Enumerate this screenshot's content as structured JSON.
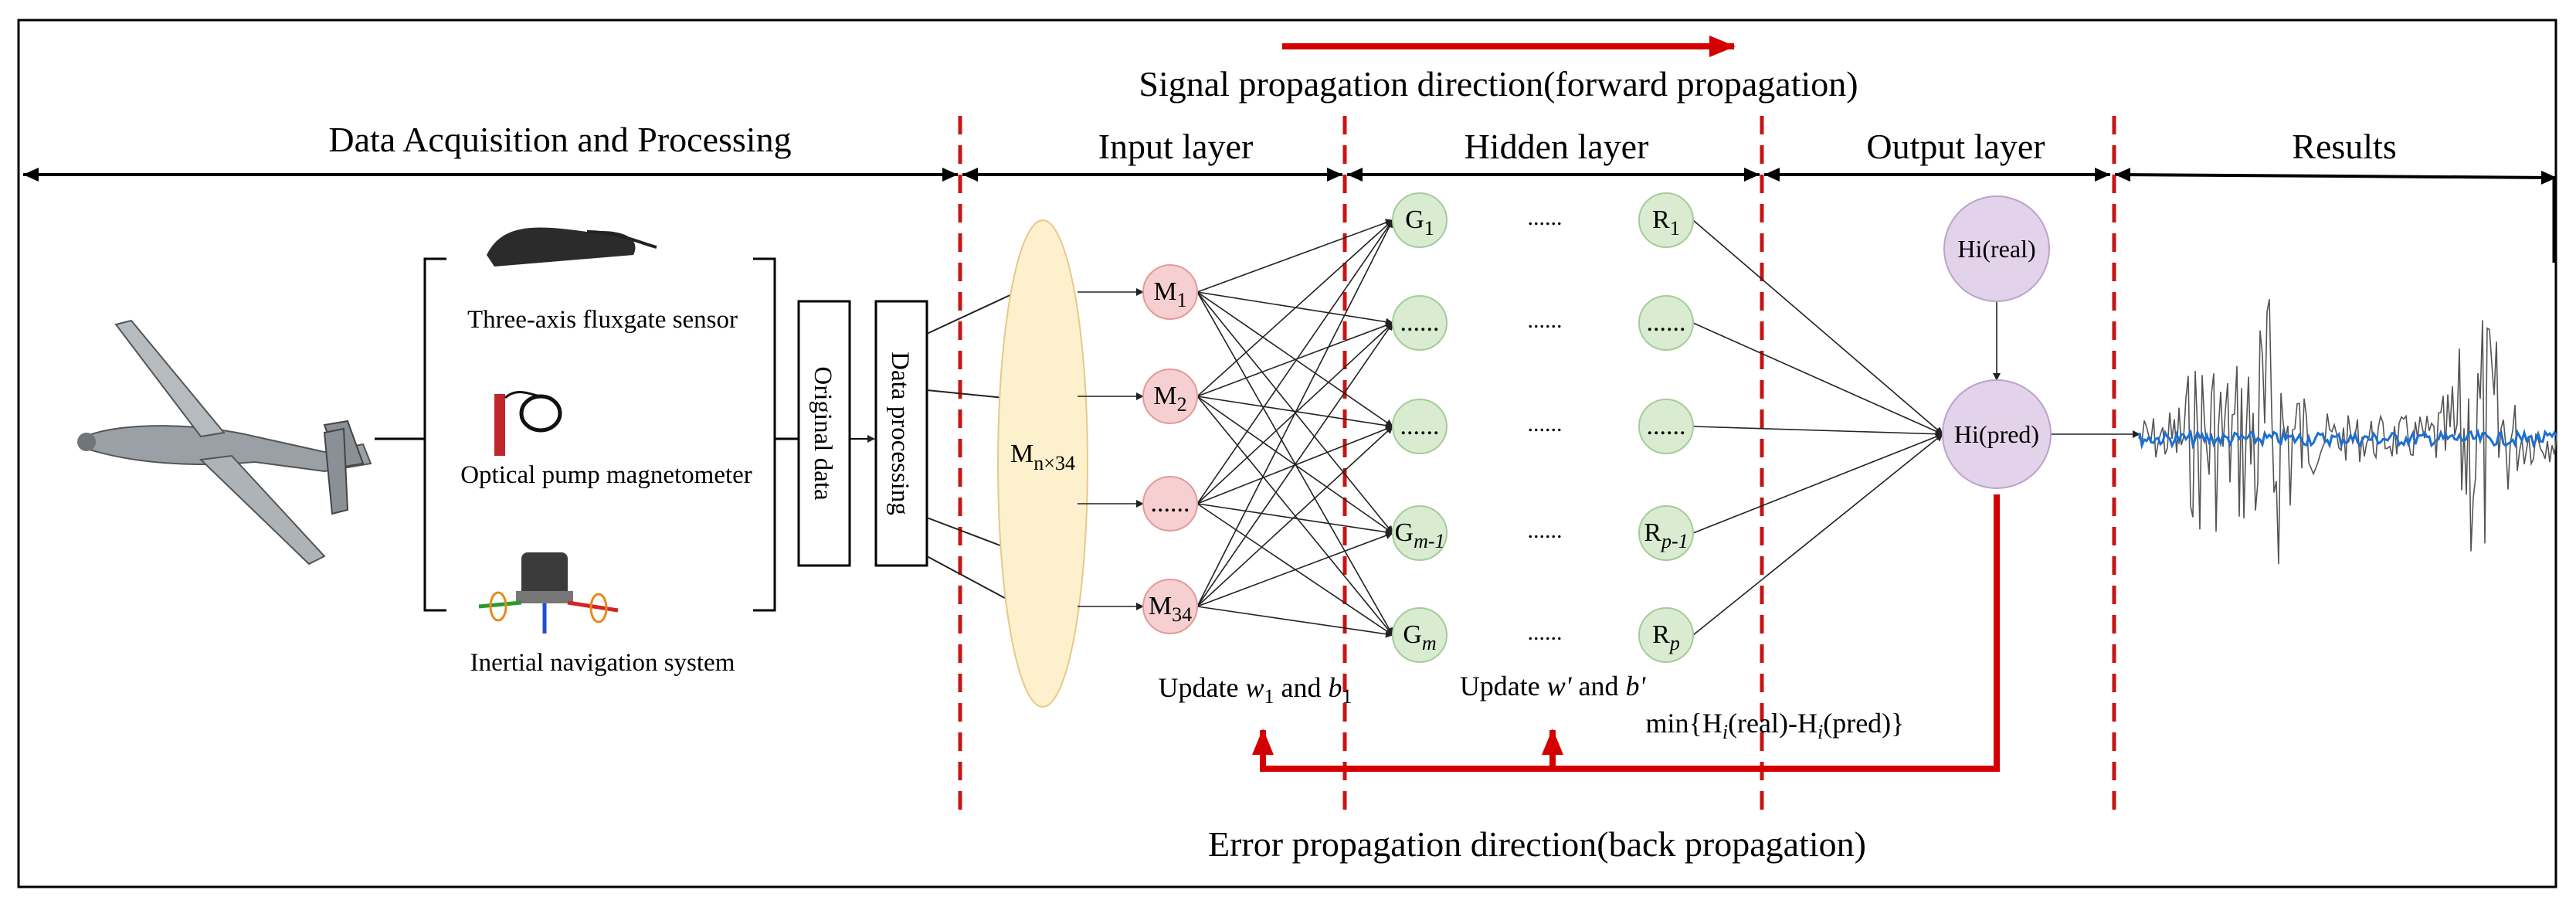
{
  "signal_title": "Signal propagation direction(forward propagation)",
  "error_title": "Error propagation direction(back propagation)",
  "sections": {
    "acquisition": "Data Acquisition and Processing",
    "input": "Input layer",
    "hidden": "Hidden layer",
    "output": "Output layer",
    "results": "Results"
  },
  "sensors": {
    "fluxgate": "Three-axis fluxgate sensor",
    "optical": "Optical pump magnetometer",
    "ins": "Inertial navigation system"
  },
  "boxes": {
    "original": "Original data",
    "processing": "Data processing"
  },
  "input_block": {
    "base": "M",
    "sub": "n×34"
  },
  "input_nodes": [
    {
      "base": "M",
      "sub": "1"
    },
    {
      "base": "M",
      "sub": "2"
    },
    {
      "base": "......",
      "sub": ""
    },
    {
      "base": "M",
      "sub": "34"
    }
  ],
  "hidden_first": [
    {
      "base": "G",
      "sub": "1"
    },
    {
      "base": "......",
      "sub": ""
    },
    {
      "base": "......",
      "sub": ""
    },
    {
      "base": "G",
      "sub": "m-1"
    },
    {
      "base": "G",
      "sub": "m"
    }
  ],
  "hidden_last": [
    {
      "base": "R",
      "sub": "1"
    },
    {
      "base": "......",
      "sub": ""
    },
    {
      "base": "......",
      "sub": ""
    },
    {
      "base": "R",
      "sub": "p-1"
    },
    {
      "base": "R",
      "sub": "p"
    }
  ],
  "hidden_gap": "......",
  "output_real": "Hi(real)",
  "output_pred": "Hi(pred)",
  "update1": "Update w1 and b1",
  "update2": "Update w' and b'",
  "min_expr": "min{Hi(real)-Hi(pred)}",
  "colors": {
    "red_arrow": "#d40000",
    "input_node_fill": "#f6d0d0",
    "input_node_stroke": "#e29a9a",
    "hidden_node_fill": "#d9ecd2",
    "hidden_node_stroke": "#a5cc97",
    "output_node_fill": "#e2d3ea",
    "output_node_stroke": "#bba2cc",
    "input_ellipse_fill": "#fdf0cc",
    "input_ellipse_stroke": "#e5c98a",
    "signal_gray": "#555555",
    "signal_blue": "#1e6fd0"
  }
}
